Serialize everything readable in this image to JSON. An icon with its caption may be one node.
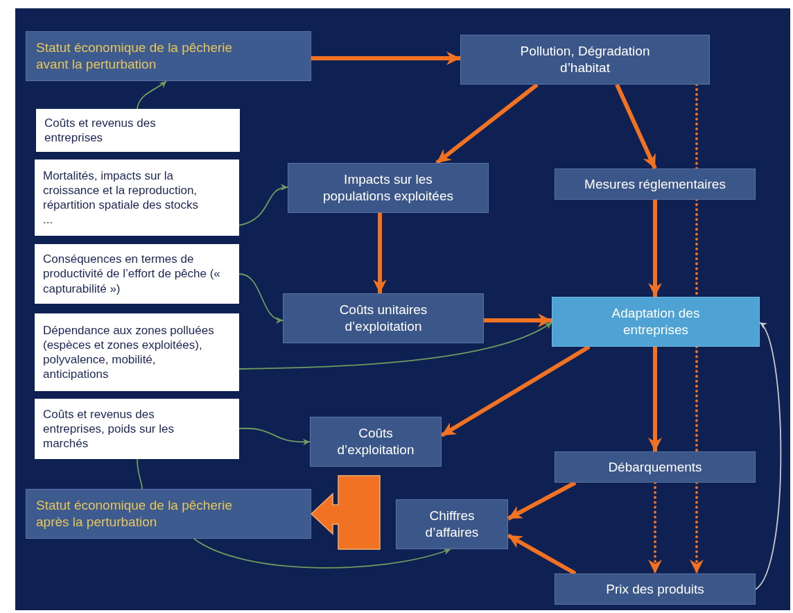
{
  "diagram": {
    "nodes": [
      {
        "text": [
          "Statut économique de la pêcherie avant la perturbation"
        ]
      },
      {
        "text": [
          "Pollution, Dégradation d’habitat"
        ]
      },
      {
        "text": [
          "Coûts et revenus des entreprises"
        ]
      },
      {
        "text": [
          "Mortalités, impacts sur la croissance et la reproduction, répartition spatiale des stocks ..."
        ]
      },
      {
        "text": [
          "Impacts sur les populations exploitées"
        ]
      },
      {
        "text": [
          "Mesures réglementaires"
        ]
      },
      {
        "text": [
          "Conséquences en termes de productivité de l’effort de pêche (« capturabilité »)"
        ]
      },
      {
        "text": [
          "Coûts unitaires d’exploitation"
        ]
      },
      {
        "text": [
          "Adaptation des entreprises"
        ]
      },
      {
        "text": [
          "Dépendance aux zones polluées (espèces et zones exploitées), polyvalence, mobilité, anticipations"
        ]
      },
      {
        "text": [
          "Coûts et revenus des entreprises, poids sur les marchés"
        ]
      },
      {
        "text": [
          "Coûts d’exploitation"
        ]
      },
      {
        "text": [
          "Débarquements"
        ]
      },
      {
        "text": [
          "Statut économique de la pêcherie après la perturbation"
        ]
      },
      {
        "text": [
          "Chiffres d’affaires"
        ]
      },
      {
        "text": [
          "Prix des produits"
        ]
      }
    ],
    "edges": [
      {
        "from": 0,
        "to": 1,
        "arrow": "to"
      },
      {
        "from": 1,
        "to": 4,
        "arrow": "to"
      },
      {
        "from": 1,
        "to": 5,
        "arrow": "to"
      },
      {
        "from": 4,
        "to": 7,
        "arrow": "to"
      },
      {
        "from": 5,
        "to": 8,
        "arrow": "to"
      },
      {
        "from": 7,
        "to": 8,
        "arrow": "to"
      },
      {
        "from": 8,
        "to": 11,
        "arrow": "to"
      },
      {
        "from": 8,
        "to": 12,
        "arrow": "to"
      },
      {
        "from": 12,
        "to": 14,
        "arrow": "to"
      },
      {
        "from": 15,
        "to": 14,
        "arrow": "to"
      },
      {
        "from": 1,
        "to": 5,
        "arrow": "none",
        "style": "dashed"
      },
      {
        "from": 5,
        "to": 8,
        "arrow": "none",
        "style": "dashed"
      },
      {
        "from": 8,
        "to": 12,
        "arrow": "none",
        "style": "dashed"
      },
      {
        "from": 12,
        "to": 15,
        "arrow": "to",
        "style": "dashed"
      },
      {
        "from": 12,
        "to": 15,
        "arrow": "to",
        "style": "dashed"
      },
      {
        "from": 15,
        "to": 8,
        "arrow": "to",
        "color": "#c9c9c9"
      },
      {
        "from": 2,
        "to": 0,
        "arrow": "to",
        "color": "#6f9c5f"
      },
      {
        "from": 3,
        "to": 4,
        "arrow": "to",
        "color": "#6f9c5f"
      },
      {
        "from": 6,
        "to": 7,
        "arrow": "to",
        "color": "#6f9c5f"
      },
      {
        "from": 9,
        "to": 8,
        "arrow": "to",
        "color": "#6f9c5f"
      },
      {
        "from": 10,
        "to": 11,
        "arrow": "to",
        "color": "#6f9c5f"
      },
      {
        "from": 10,
        "to": 13,
        "arrow": "none",
        "color": "#6f9c5f"
      },
      {
        "from": 13,
        "to": 14,
        "arrow": "to",
        "color": "#6f9c5f"
      },
      {
        "from": null,
        "to": 13,
        "arrow": "to",
        "style": "thick"
      }
    ]
  }
}
